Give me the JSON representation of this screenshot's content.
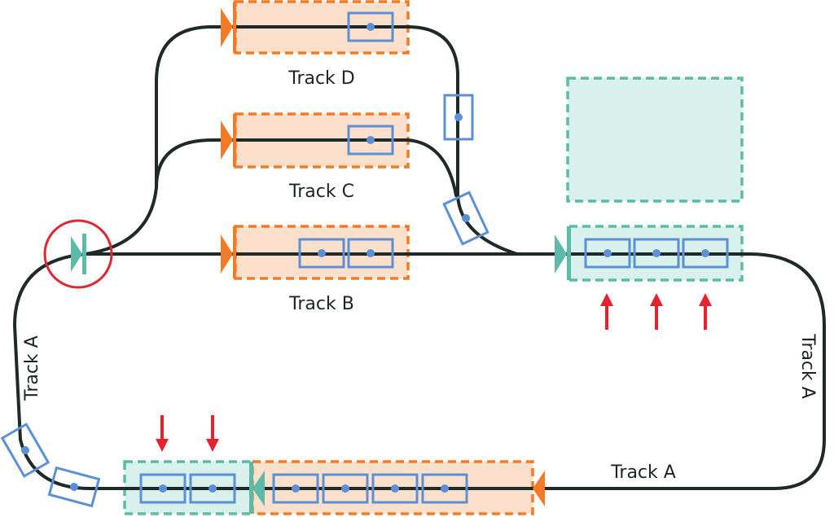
{
  "diagram": {
    "title": "Rail yard track layout",
    "labels": {
      "track_a_left": "Track A",
      "track_a_right": "Track A",
      "track_a_bottom": "Track A",
      "track_b": "Track B",
      "track_c": "Track C",
      "track_d": "Track D"
    },
    "colors": {
      "track": "#1f2a28",
      "occupied_zone_fill": "#fde0cb",
      "occupied_zone_border": "#f57a25",
      "free_zone_fill": "#d8f1ec",
      "free_zone_border": "#5bbba8",
      "car": "#5b8fd6",
      "arrow": "#e8212e",
      "highlight_circle": "#e0262f"
    },
    "tracks": [
      {
        "name": "Track D",
        "zone": "orange",
        "cars": 1
      },
      {
        "name": "Track C",
        "zone": "orange",
        "cars": 1
      },
      {
        "name": "Track B",
        "zone": "orange",
        "cars": 2
      },
      {
        "name": "Track A (upper right)",
        "zone": "teal",
        "cars": 3,
        "arrows": "up",
        "arrow_count": 3
      },
      {
        "name": "Track A (bottom, orange)",
        "zone": "orange",
        "cars": 4
      },
      {
        "name": "Track A (bottom, teal)",
        "zone": "teal",
        "cars": 2,
        "arrows": "down",
        "arrow_count": 2
      },
      {
        "name": "Empty teal area",
        "zone": "teal",
        "cars": 0
      }
    ],
    "free_cars_on_curves": 4,
    "highlighted_switch": "junction of Track A with Tracks B/C/D"
  }
}
